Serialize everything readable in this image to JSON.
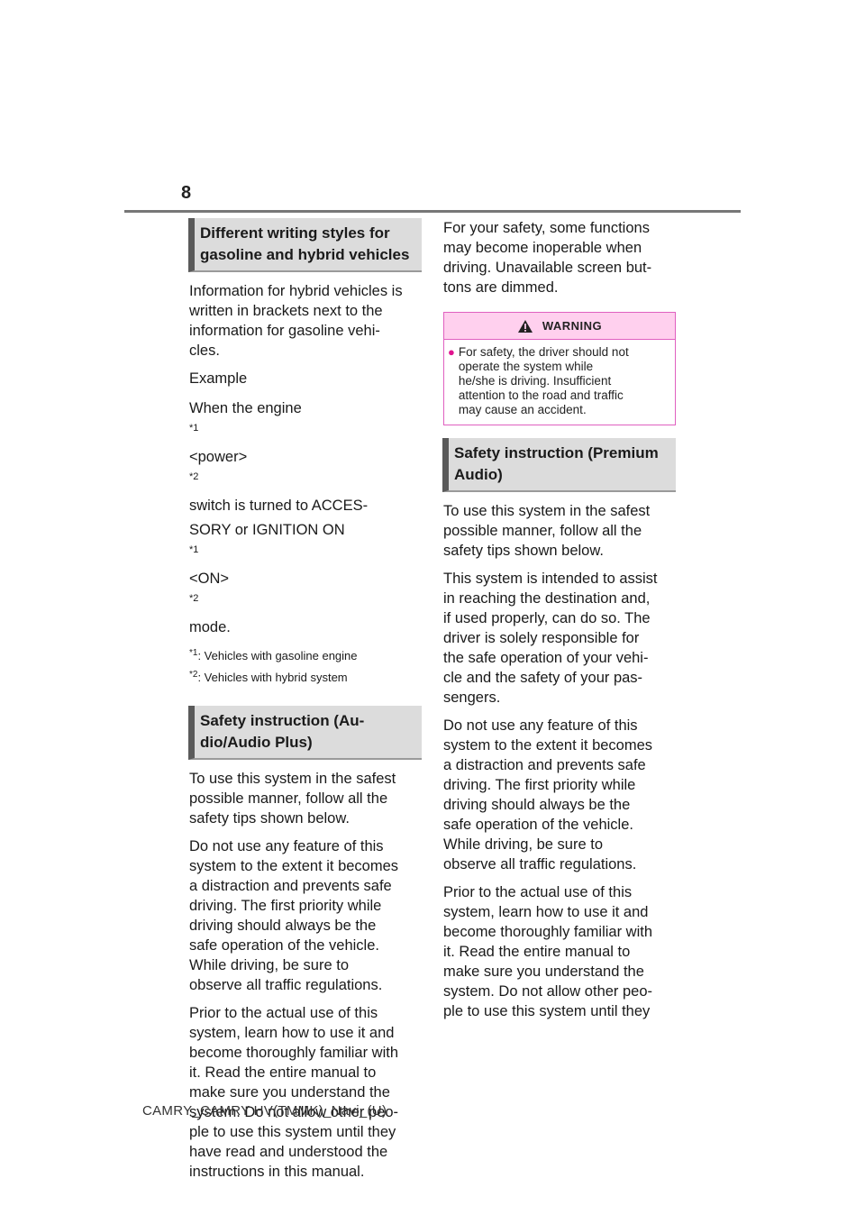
{
  "page_number": "8",
  "left_column": {
    "section1_title": [
      "Different writing styles for",
      "gasoline and hybrid vehicles"
    ],
    "para1": [
      "Information for hybrid vehicles is",
      "written in brackets next to the",
      "information for gasoline vehi-",
      "cles."
    ],
    "example_label": "Example",
    "example_line1_a": "When the engine",
    "sup1": "*1",
    "example_line1_b": " <power>",
    "sup2": "*2",
    "example_line2": "switch is turned to ACCES-",
    "example_line3_a": "SORY or IGNITION ON",
    "example_line4_a": "<ON>",
    "example_line4_b": " mode.",
    "footnote1": ": Vehicles with gasoline engine",
    "footnote2": ": Vehicles with hybrid system",
    "section2_title": [
      "Safety instruction (Au-",
      "dio/Audio Plus)"
    ],
    "para2": [
      "To use this system in the safest",
      "possible manner, follow all the",
      "safety tips shown below."
    ],
    "para3": [
      "Do not use any feature of this",
      "system to the extent it becomes",
      "a distraction and prevents safe",
      "driving. The first priority while",
      "driving should always be the",
      "safe operation of the vehicle.",
      "While driving, be sure to",
      "observe all traffic regulations."
    ],
    "para4": [
      "Prior to the actual use of this",
      "system, learn how to use it and",
      "become thoroughly familiar with",
      "it. Read the entire manual to",
      "make sure you understand the",
      "system. Do not allow other peo-",
      "ple to use this system until they",
      "have read and understood the",
      "instructions in this manual."
    ]
  },
  "right_column": {
    "para1": [
      "For your safety, some functions",
      "may become inoperable when",
      "driving. Unavailable screen but-",
      "tons are dimmed."
    ],
    "warning": {
      "title": "WARNING",
      "bullet": "●",
      "text": [
        "For safety, the driver should not",
        "operate the system while",
        "he/she is driving. Insufficient",
        "attention to the road and traffic",
        "may cause an accident."
      ]
    },
    "section_title": [
      "Safety instruction (Premium",
      "Audio)"
    ],
    "para2": [
      "To use this system in the safest",
      "possible manner, follow all the",
      "safety tips shown below."
    ],
    "para3": [
      "This system is intended to assist",
      "in reaching the destination and,",
      "if used properly, can do so. The",
      "driver is solely responsible for",
      "the safe operation of your vehi-",
      "cle and the safety of your pas-",
      "sengers."
    ],
    "para4": [
      "Do not use any feature of this",
      "system to the extent it becomes",
      "a distraction and prevents safe",
      "driving. The first priority while",
      "driving should always be the",
      "safe operation of the vehicle.",
      "While driving, be sure to",
      "observe all traffic regulations."
    ],
    "para5": [
      "Prior to the actual use of this",
      "system, learn how to use it and",
      "become thoroughly familiar with",
      "it. Read the entire manual to",
      "make sure you understand the",
      "system. Do not allow other peo-",
      "ple to use this system until they"
    ]
  },
  "footer": "CAMRY_CAMRY HV(TMMK)_Navi_(U)",
  "colors": {
    "warning_border": "#e060c0",
    "warning_bg": "#ffd0ee",
    "heading_bg": "#dcdcdc"
  }
}
